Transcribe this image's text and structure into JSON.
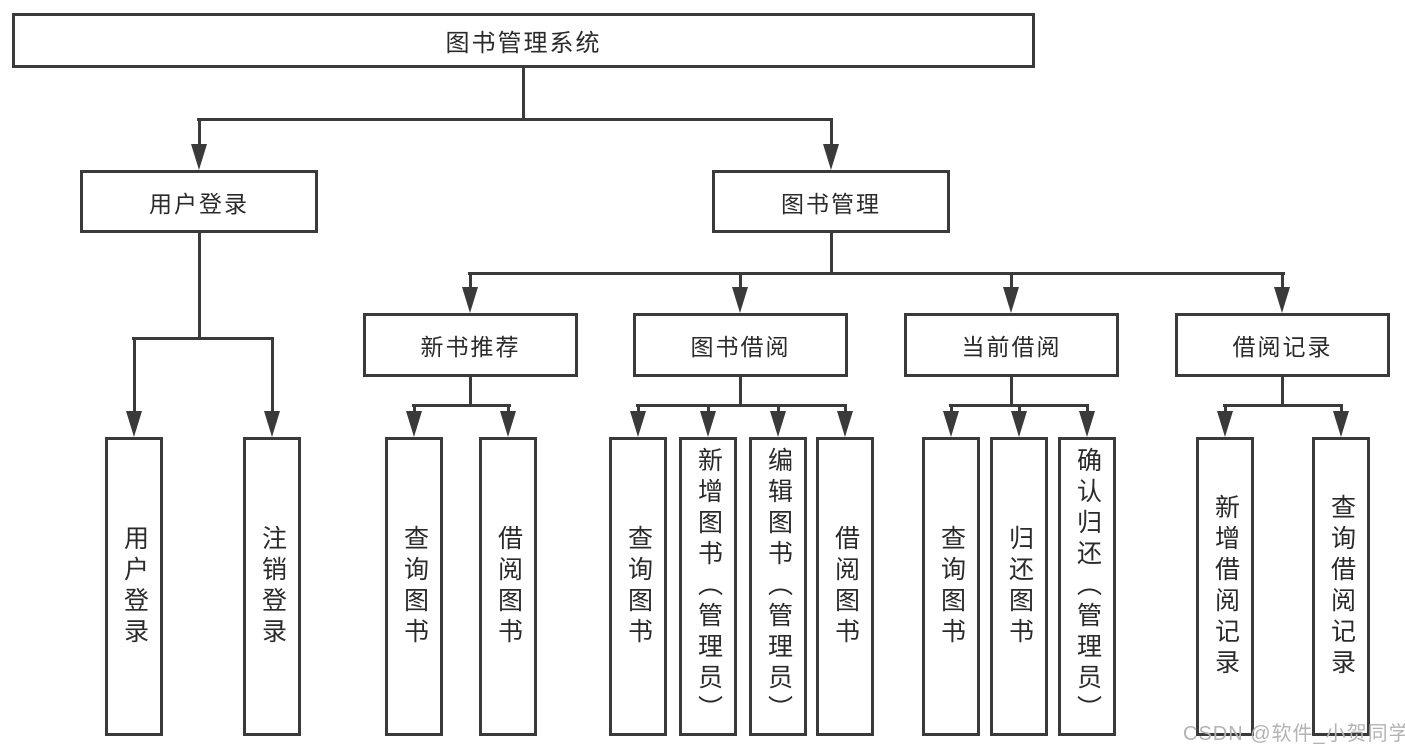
{
  "tree": {
    "root": {
      "label": "图书管理系统"
    },
    "user_login": {
      "label": "用户登录",
      "children": [
        "用户登录",
        "注销登录"
      ]
    },
    "book_mgmt": {
      "label": "图书管理"
    },
    "new_books": {
      "label": "新书推荐",
      "children": [
        "查询图书",
        "借阅图书"
      ]
    },
    "book_borrow": {
      "label": "图书借阅",
      "children": [
        "查询图书",
        "新增图书（管理员）",
        "编辑图书（管理员）",
        "借阅图书"
      ]
    },
    "current_borrow": {
      "label": "当前借阅",
      "children": [
        "查询图书",
        "归还图书",
        "确认归还（管理员）"
      ]
    },
    "borrow_records": {
      "label": "借阅记录",
      "children": [
        "新增借阅记录",
        "查询借阅记录"
      ]
    }
  },
  "watermark": "CSDN @软件_小贺同学",
  "colors": {
    "line": "#3a3a3a",
    "text": "#2a2a2a",
    "watermark": "#b3b3b3",
    "background": "#ffffff"
  }
}
